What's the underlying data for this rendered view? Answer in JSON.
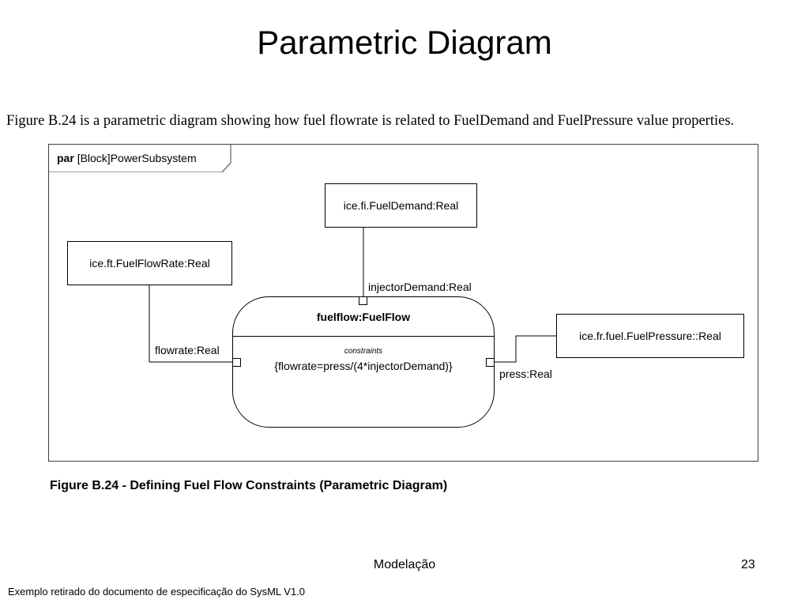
{
  "slide": {
    "title": "Parametric Diagram",
    "intro": "Figure B.24 is a parametric diagram showing how fuel flowrate is related to FuelDemand and FuelPressure value properties.",
    "caption": "Figure B.24 - Defining Fuel Flow Constraints (Parametric Diagram)",
    "footer_center": "Modelação",
    "page_number": "23",
    "footnote": "Exemplo retirado do documento de especificação do SysML V1.0"
  },
  "diagram": {
    "frame_keyword": "par",
    "frame_name": "[Block]PowerSubsystem",
    "properties": {
      "fuel_demand": "ice.fi.FuelDemand:Real",
      "fuel_flow_rate": "ice.ft.FuelFlowRate:Real",
      "fuel_pressure": "ice.fr.fuel.FuelPressure::Real"
    },
    "constraint_block": {
      "name": "fuelflow:FuelFlow",
      "compartment": "constraints",
      "expression": "{flowrate=press/(4*injectorDemand)}"
    },
    "ports": {
      "injector_demand": "injectorDemand:Real",
      "flowrate": "flowrate:Real",
      "press": "press:Real"
    }
  }
}
